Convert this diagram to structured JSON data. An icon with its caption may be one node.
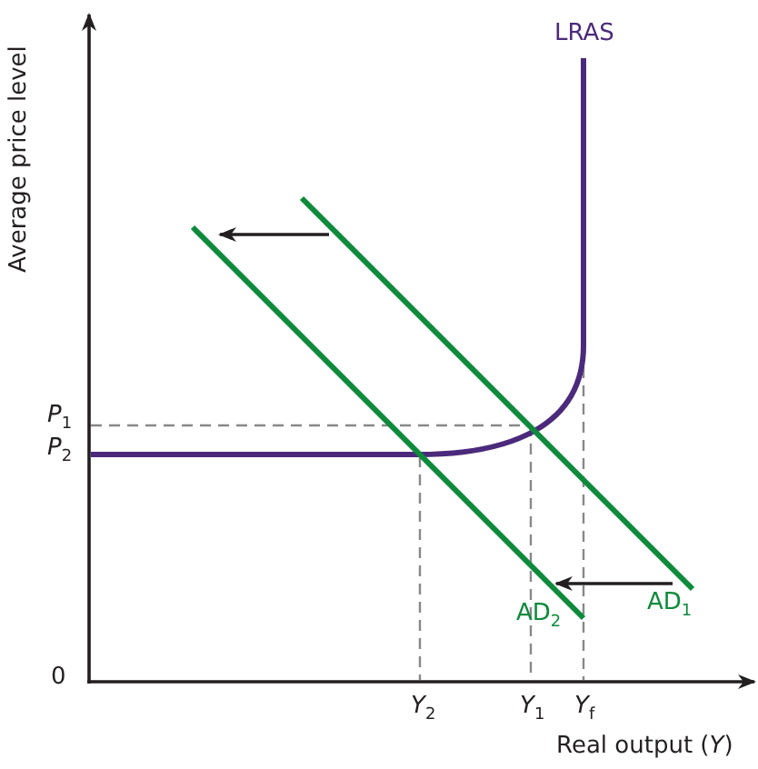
{
  "diagram": {
    "labels": [
      "Average price level",
      "LRAS",
      "*P*$_{1}$",
      "*P*$_{2}$",
      "AD$_{1}$",
      "AD$_{2}$",
      "0",
      "*Y*$_{2}$",
      "*Y*$_{1}$",
      "*Y*$_{f}$",
      "Real output (*Y*)"
    ]
  }
}
